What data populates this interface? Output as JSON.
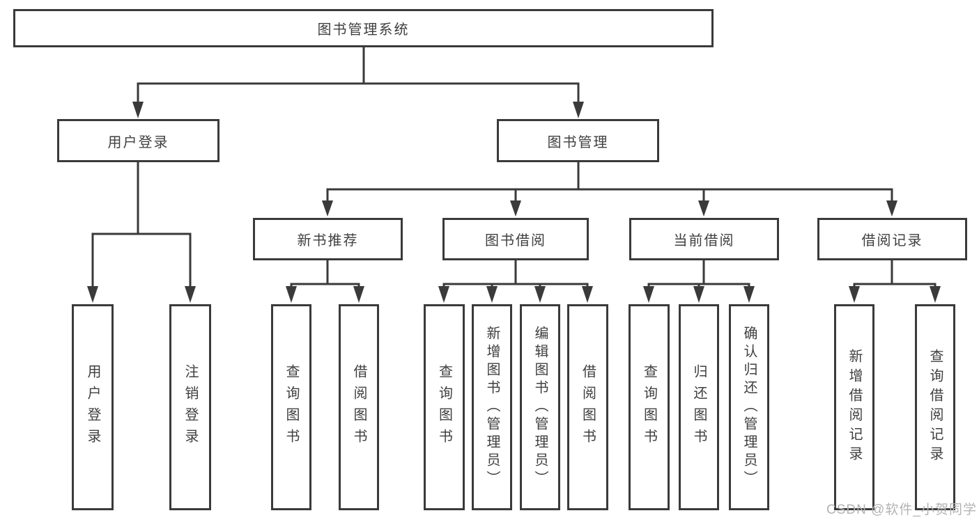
{
  "diagram_title": "图书管理系统",
  "colors": {
    "line": "#3a3a3a",
    "text": "#3f3f3f",
    "background": "#ffffff",
    "watermark": "#b3b3b3"
  },
  "tree": {
    "root": {
      "label": "图书管理系统"
    },
    "branches": [
      {
        "label": "用户登录",
        "children": [
          {
            "label": "用户登录"
          },
          {
            "label": "注销登录"
          }
        ]
      },
      {
        "label": "图书管理",
        "children": [
          {
            "label": "新书推荐",
            "children": [
              {
                "label": "查询图书"
              },
              {
                "label": "借阅图书"
              }
            ]
          },
          {
            "label": "图书借阅",
            "children": [
              {
                "label": "查询图书"
              },
              {
                "label": "新增图书（管理员）"
              },
              {
                "label": "编辑图书（管理员）"
              },
              {
                "label": "借阅图书"
              }
            ]
          },
          {
            "label": "当前借阅",
            "children": [
              {
                "label": "查询图书"
              },
              {
                "label": "归还图书"
              },
              {
                "label": "确认归还（管理员）"
              }
            ]
          },
          {
            "label": "借阅记录",
            "children": [
              {
                "label": "新增借阅记录"
              },
              {
                "label": "查询借阅记录"
              }
            ]
          }
        ]
      }
    ]
  },
  "watermark": {
    "text": "CSDN @软件_小贺同学"
  }
}
